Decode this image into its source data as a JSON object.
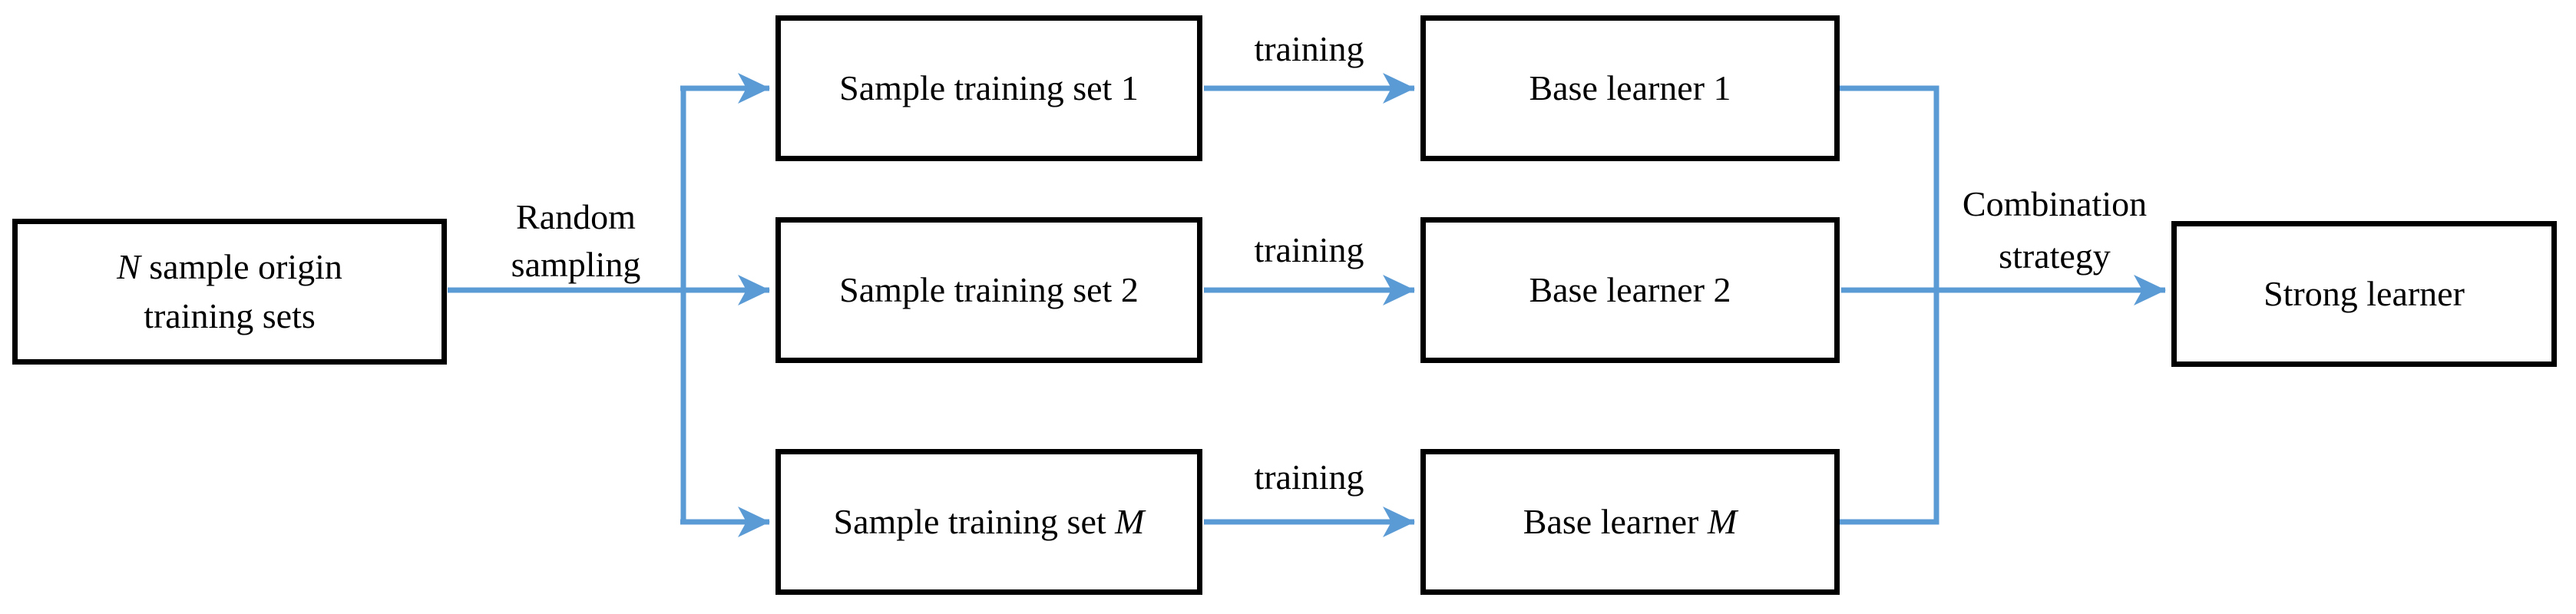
{
  "colors": {
    "arrow": "#5B9BD5",
    "box_border": "#000000",
    "text": "#000000",
    "background": "#ffffff"
  },
  "nodes": {
    "origin": {
      "var": "N",
      "line1_rest": " sample origin",
      "line2": "training sets"
    },
    "sample1": {
      "label": "Sample training set 1"
    },
    "sample2": {
      "label": "Sample training set 2"
    },
    "sample_m": {
      "text": "Sample training set ",
      "var": "M"
    },
    "base1": {
      "label": "Base learner 1"
    },
    "base2": {
      "label": "Base learner 2"
    },
    "base_m": {
      "text": "Base learner ",
      "var": "M"
    },
    "strong": {
      "label": "Strong learner"
    }
  },
  "edge_labels": {
    "random_sampling": {
      "line1": "Random",
      "line2": "sampling"
    },
    "training_1": "training",
    "training_2": "training",
    "training_3": "training",
    "combination": {
      "line1": "Combination",
      "line2": "strategy"
    }
  }
}
